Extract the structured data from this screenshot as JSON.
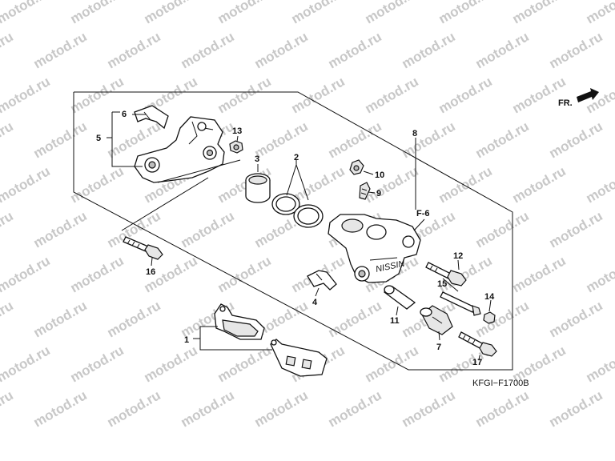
{
  "watermark": "motod.ru",
  "diagram_code": "KFGI−F1700B",
  "direction_label": "FR.",
  "cross_ref": "F-6",
  "callouts": {
    "c1": "1",
    "c2": "2",
    "c3": "3",
    "c4": "4",
    "c5": "5",
    "c6": "6",
    "c7": "7",
    "c8": "8",
    "c9": "9",
    "c10": "10",
    "c11": "11",
    "c12": "12",
    "c13": "13",
    "c14": "14",
    "c15": "15",
    "c16": "16",
    "c17": "17"
  },
  "caliper_mark": "NISSIN"
}
